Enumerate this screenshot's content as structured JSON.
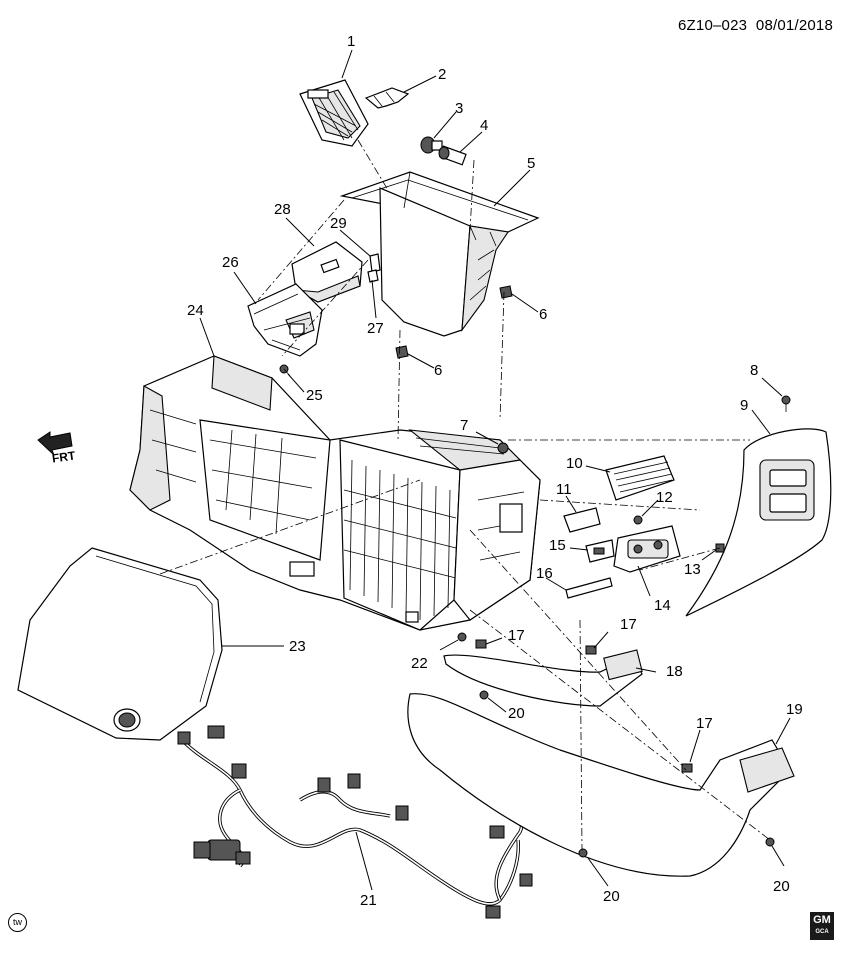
{
  "header": {
    "code": "6Z10–023",
    "date": "08/01/2018"
  },
  "frt_label": "FRT",
  "corner_badge": "tw",
  "gm_logo": {
    "text": "GM",
    "sub": "GCA"
  },
  "callouts": [
    {
      "id": "c1",
      "text": "1"
    },
    {
      "id": "c2",
      "text": "2"
    },
    {
      "id": "c3",
      "text": "3"
    },
    {
      "id": "c4",
      "text": "4"
    },
    {
      "id": "c5",
      "text": "5"
    },
    {
      "id": "c6a",
      "text": "6"
    },
    {
      "id": "c6b",
      "text": "6"
    },
    {
      "id": "c7",
      "text": "7"
    },
    {
      "id": "c8",
      "text": "8"
    },
    {
      "id": "c9",
      "text": "9"
    },
    {
      "id": "c10",
      "text": "10"
    },
    {
      "id": "c11",
      "text": "11"
    },
    {
      "id": "c12",
      "text": "12"
    },
    {
      "id": "c13",
      "text": "13"
    },
    {
      "id": "c14",
      "text": "14"
    },
    {
      "id": "c15",
      "text": "15"
    },
    {
      "id": "c16",
      "text": "16"
    },
    {
      "id": "c17a",
      "text": "17"
    },
    {
      "id": "c17b",
      "text": "17"
    },
    {
      "id": "c17c",
      "text": "17"
    },
    {
      "id": "c18",
      "text": "18"
    },
    {
      "id": "c19",
      "text": "19"
    },
    {
      "id": "c20a",
      "text": "20"
    },
    {
      "id": "c20b",
      "text": "20"
    },
    {
      "id": "c20c",
      "text": "20"
    },
    {
      "id": "c21",
      "text": "21"
    },
    {
      "id": "c22",
      "text": "22"
    },
    {
      "id": "c23",
      "text": "23"
    },
    {
      "id": "c24",
      "text": "24"
    },
    {
      "id": "c25",
      "text": "25"
    },
    {
      "id": "c26",
      "text": "26"
    },
    {
      "id": "c27",
      "text": "27"
    },
    {
      "id": "c28",
      "text": "28"
    },
    {
      "id": "c29",
      "text": "29"
    }
  ]
}
